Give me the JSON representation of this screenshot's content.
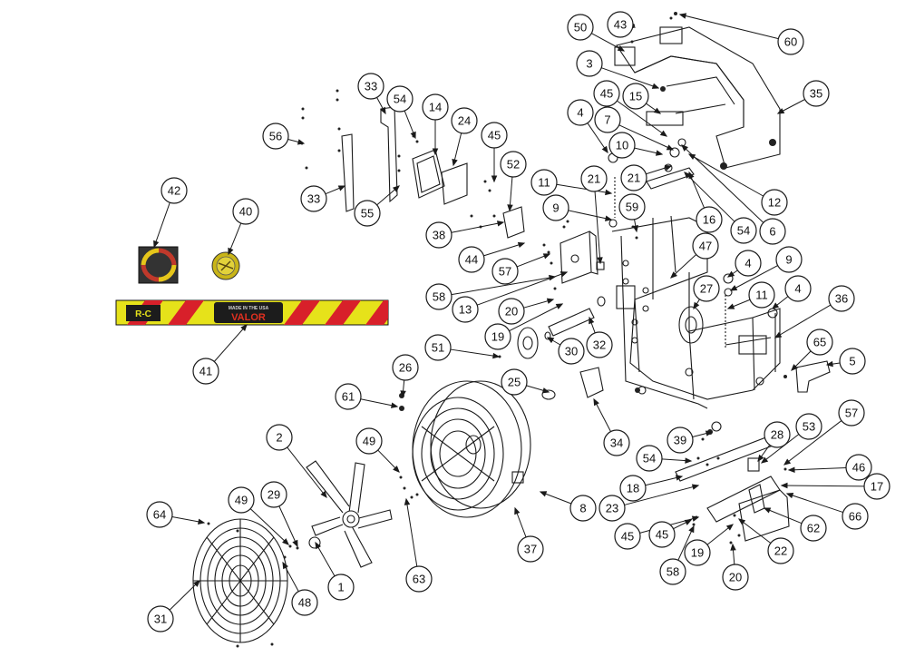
{
  "callouts": [
    "1",
    "2",
    "3",
    "4",
    "4",
    "4",
    "5",
    "6",
    "7",
    "8",
    "9",
    "9",
    "10",
    "11",
    "11",
    "12",
    "13",
    "14",
    "15",
    "16",
    "17",
    "18",
    "19",
    "19",
    "20",
    "20",
    "21",
    "21",
    "22",
    "23",
    "24",
    "25",
    "26",
    "27",
    "28",
    "29",
    "30",
    "31",
    "32",
    "33",
    "33",
    "34",
    "35",
    "36",
    "37",
    "38",
    "39",
    "40",
    "41",
    "42",
    "43",
    "44",
    "45",
    "45",
    "45",
    "45",
    "46",
    "47",
    "48",
    "49",
    "49",
    "50",
    "51",
    "52",
    "53",
    "54",
    "54",
    "54",
    "55",
    "56",
    "57",
    "57",
    "58",
    "58",
    "59",
    "60",
    "61",
    "62",
    "63",
    "64",
    "65",
    "66"
  ],
  "decal": {
    "logo": "R-C",
    "small_text": "MADE IN THE USA",
    "brand": "VALOR"
  },
  "colors": {
    "stripe_yellow": "#e6e21a",
    "stripe_red": "#d8202a",
    "decal_panel": "#1c1c1c",
    "brand_red": "#e03020",
    "badge_yellow": "#d4c21a"
  }
}
